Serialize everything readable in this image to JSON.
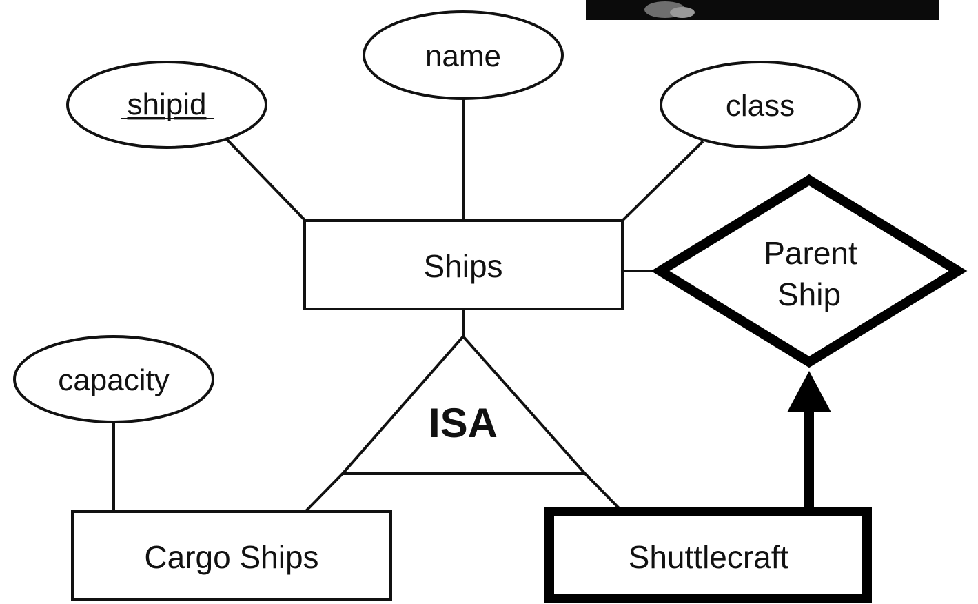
{
  "attributes": {
    "shipid": "shipid",
    "name": "name",
    "class": "class",
    "capacity": "capacity"
  },
  "entities": {
    "ships": "Ships",
    "cargo_ships": "Cargo Ships",
    "shuttlecraft": "Shuttlecraft"
  },
  "relationship": {
    "line1": "Parent",
    "line2": "Ship"
  },
  "isa_label": "ISA",
  "key_attribute": "shipid",
  "colors": {
    "stroke": "#111111",
    "background": "#ffffff",
    "photo_strip": "#0b0b0b"
  }
}
